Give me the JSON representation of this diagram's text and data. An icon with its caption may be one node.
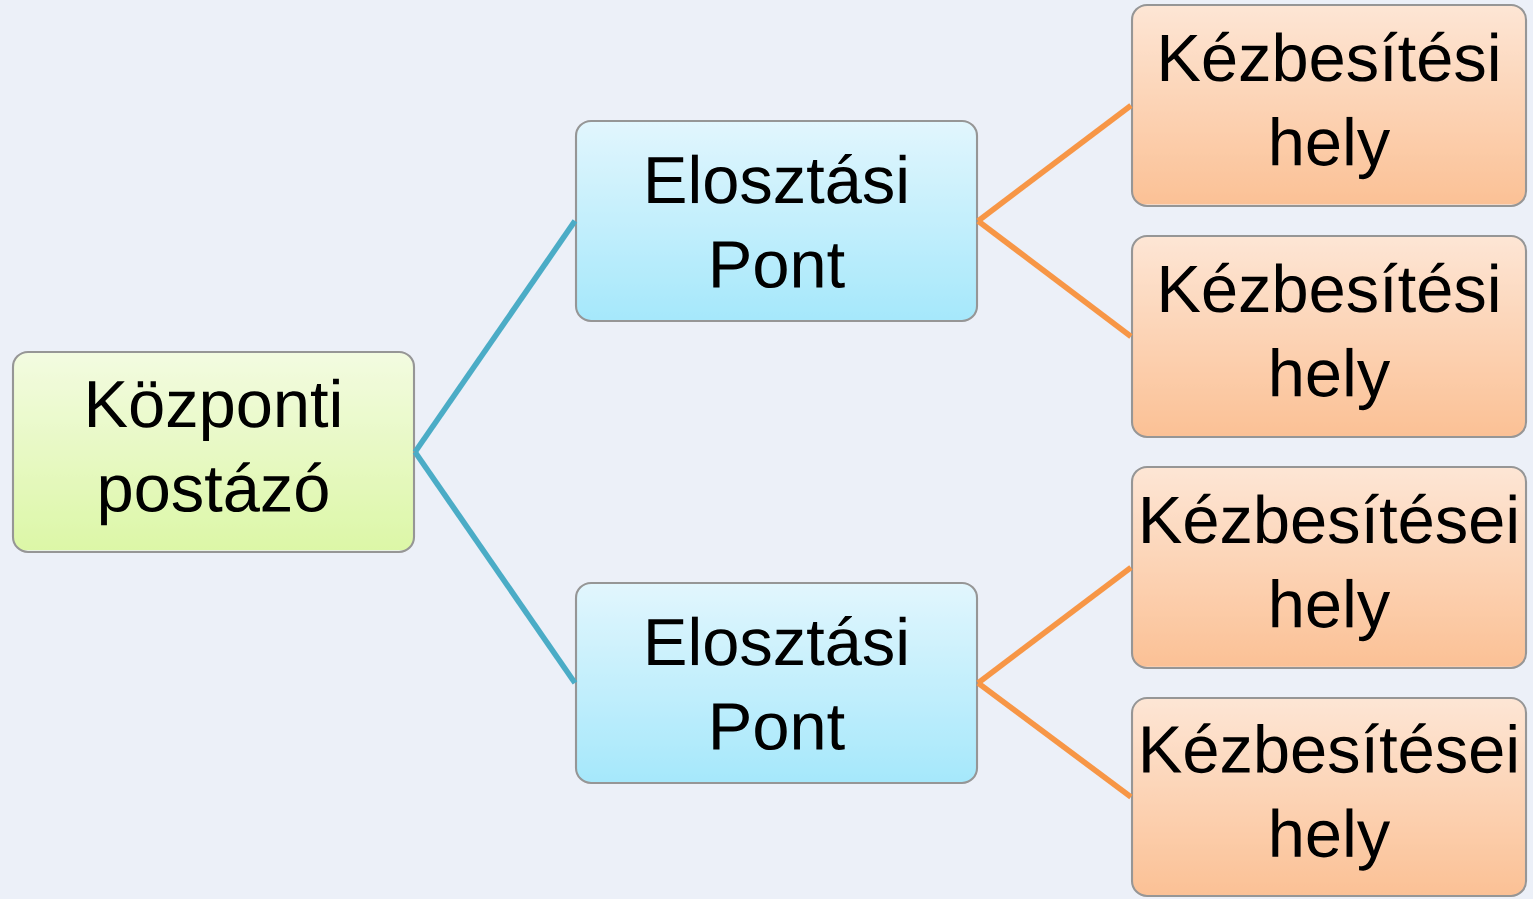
{
  "diagram": {
    "nodes": [
      {
        "text": [
          "Központi postázó"
        ]
      },
      {
        "text": [
          "Elosztási Pont"
        ]
      },
      {
        "text": [
          "Elosztási Pont"
        ]
      },
      {
        "text": [
          "Kézbesítési hely"
        ]
      },
      {
        "text": [
          "Kézbesítési hely"
        ]
      },
      {
        "text": [
          "Kézbesítései hely"
        ]
      },
      {
        "text": [
          "Kézbesítései hely"
        ]
      }
    ],
    "edges": [
      {
        "from": 0,
        "to": 1,
        "arrow": "none",
        "color": "#4bacc6"
      },
      {
        "from": 0,
        "to": 2,
        "arrow": "none",
        "color": "#4bacc6"
      },
      {
        "from": 1,
        "to": 3,
        "arrow": "none"
      },
      {
        "from": 1,
        "to": 4,
        "arrow": "none"
      },
      {
        "from": 2,
        "to": 5,
        "arrow": "none"
      },
      {
        "from": 2,
        "to": 6,
        "arrow": "none"
      }
    ]
  }
}
